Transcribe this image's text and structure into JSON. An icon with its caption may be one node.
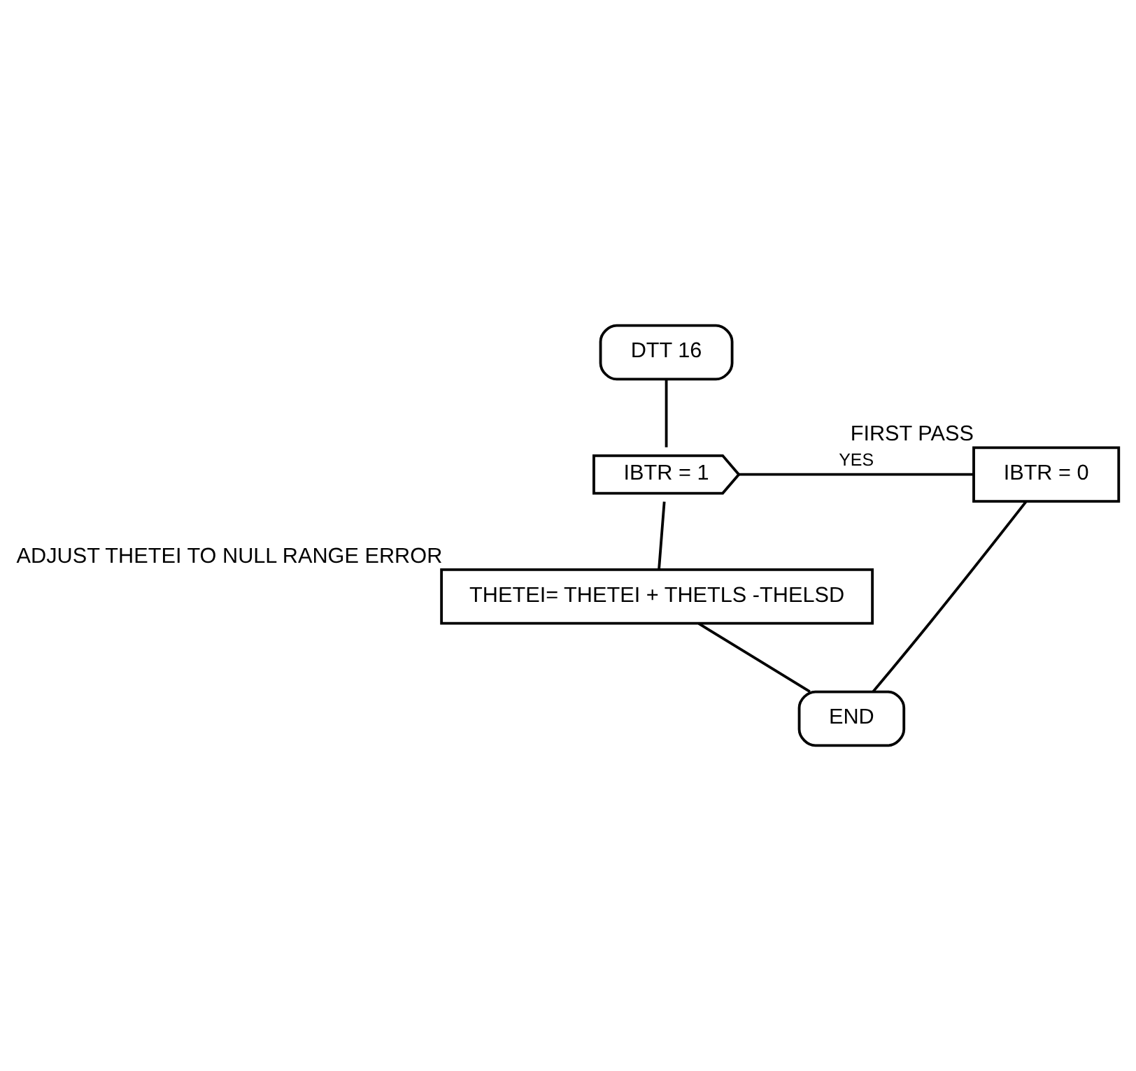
{
  "diagram": {
    "nodes": [
      {
        "text": [
          "DTT 16"
        ]
      },
      {
        "text": [
          "IBTR = 1"
        ]
      },
      {
        "text": [
          "IBTR = 0"
        ],
        "beside": [
          "FIRST PASS"
        ]
      },
      {
        "text": [
          "THETEI= THETEI + THETLS -THELSD"
        ],
        "beside": [
          "ADJUST THETEI TO NULL RANGE ERROR"
        ]
      },
      {
        "text": [
          "END"
        ]
      }
    ],
    "edges": [
      {
        "from": 0,
        "to": 1,
        "arrow": "none"
      },
      {
        "from": 1,
        "to": 2,
        "label": "YES",
        "arrow": "none"
      },
      {
        "from": 1,
        "to": 3,
        "arrow": "none"
      },
      {
        "from": 3,
        "to": 4,
        "arrow": "none"
      },
      {
        "from": 2,
        "to": 4,
        "arrow": "none"
      }
    ]
  }
}
